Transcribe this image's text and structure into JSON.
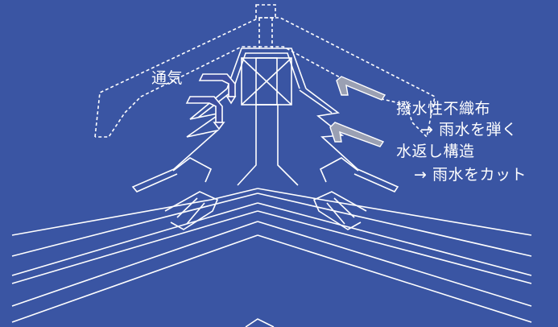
{
  "labels": {
    "ventilation": "通気",
    "fabric": "撥水性不織布",
    "fabric_effect": "→ 雨水を弾く",
    "return_structure": "水返し構造",
    "return_effect": "→ 雨水をカット"
  },
  "colors": {
    "background": "#3a55a3",
    "line": "#ffffff",
    "arrow_in": "#3e4fa0",
    "arrow_block": "#9aa0b3"
  }
}
